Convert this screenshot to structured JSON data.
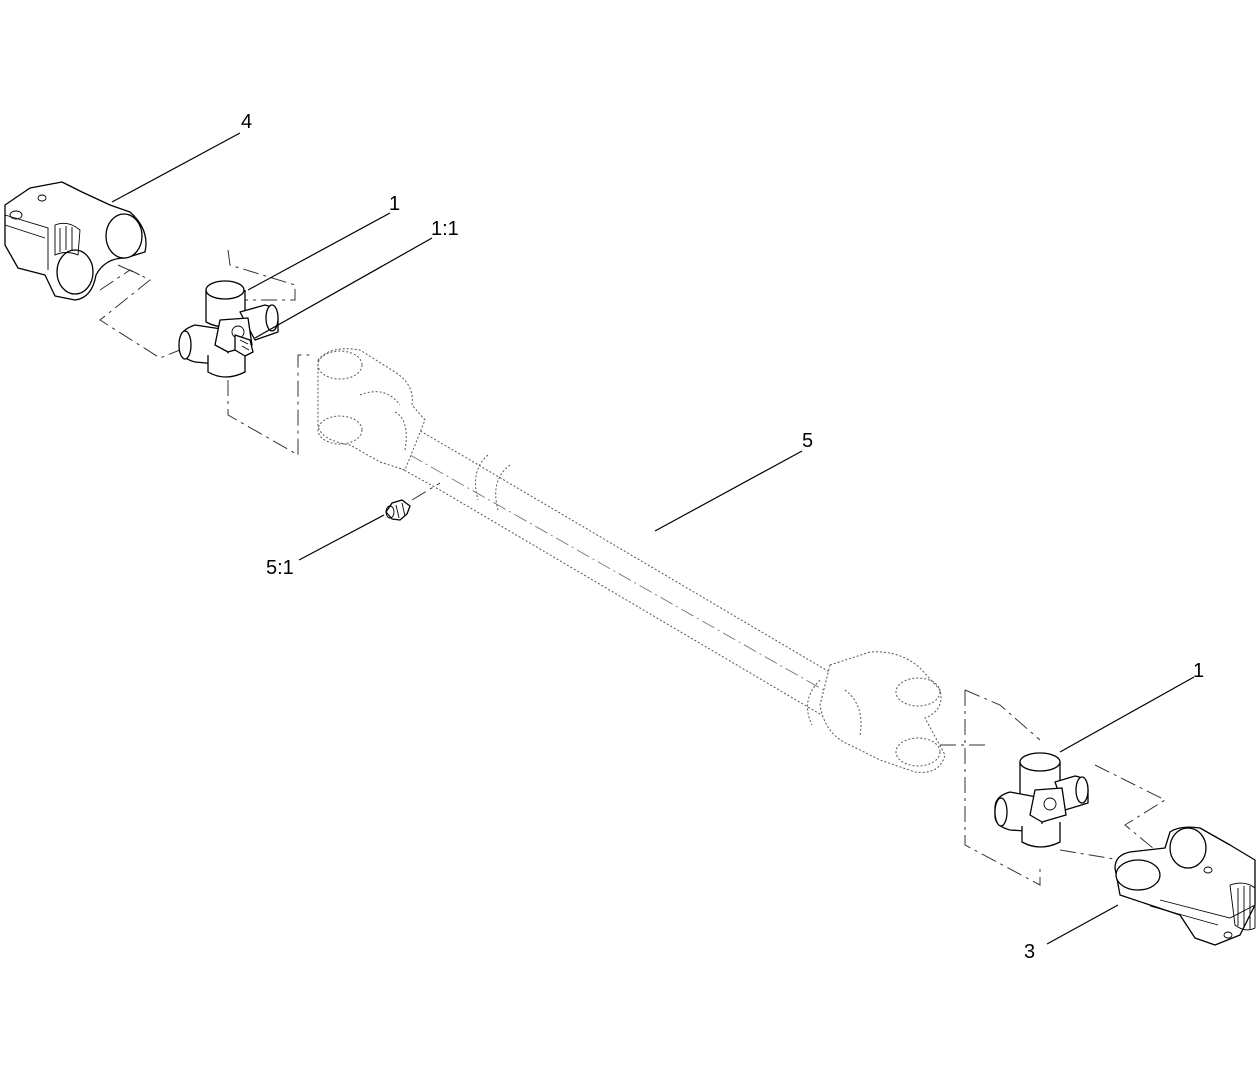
{
  "callouts": {
    "yoke_top": "4",
    "cross_top": "1",
    "grease_fitting_top": "1:1",
    "driveshaft": "5",
    "grease_fitting_shaft": "5:1",
    "cross_bottom": "1",
    "yoke_bottom": "3"
  }
}
